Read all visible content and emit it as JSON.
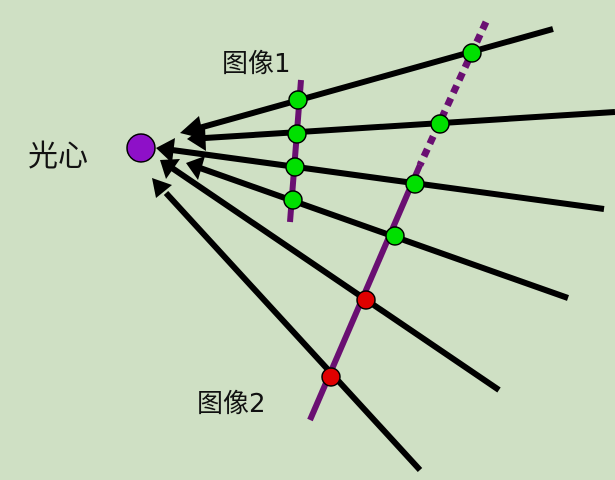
{
  "labels": {
    "optical_center": "光心",
    "image1": "图像1",
    "image2": "图像2"
  },
  "colors": {
    "background": "#cfe0c4",
    "ray": "#000000",
    "image_plane": "#6a0f72",
    "optical_center": "#8e10c8",
    "point_on_both_images": "#00e000",
    "point_only_on_image2": "#e00000"
  },
  "icons": {
    "ray_head": "arrowhead"
  }
}
